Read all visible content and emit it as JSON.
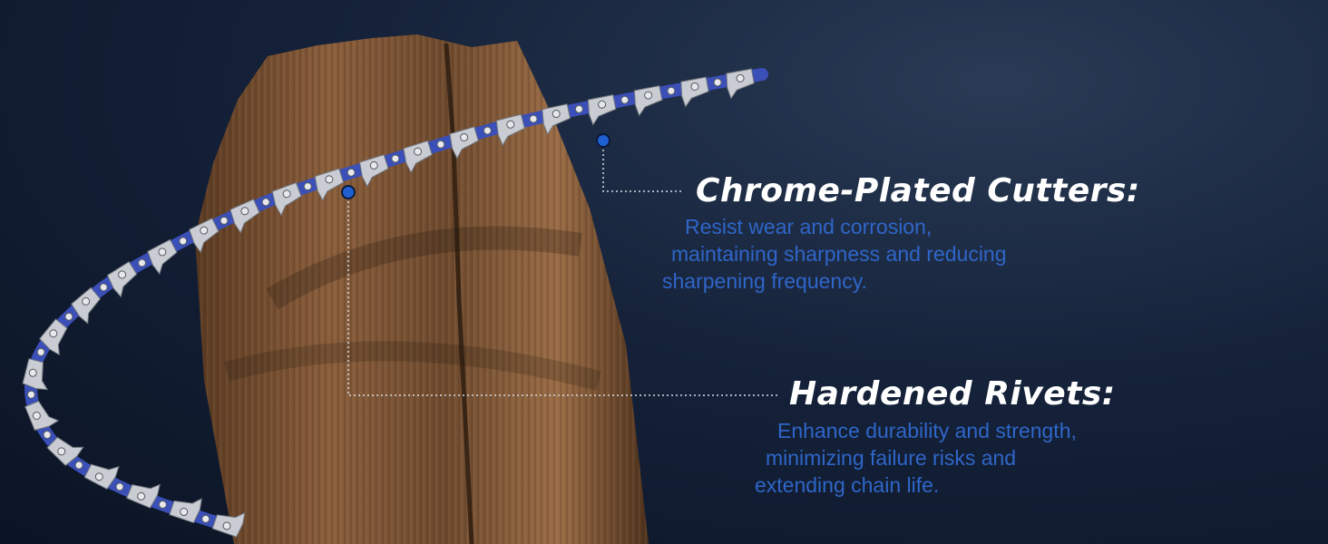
{
  "features": [
    {
      "title": "Chrome-Plated Cutters:",
      "lines": [
        "Resist wear and corrosion,",
        "maintaining sharpness and reducing",
        "sharpening frequency."
      ]
    },
    {
      "title": "Hardened Rivets:",
      "lines": [
        "Enhance durability and strength,",
        "minimizing failure risks and",
        "extending chain life."
      ]
    }
  ],
  "colors": {
    "background": "#15223a",
    "heading": "#ffffff",
    "description": "#2f66c9",
    "marker": "#1f5fd1",
    "chain_blue": "#3b4fb8",
    "chain_silver": "#c9ccd2",
    "wood": "#7a5234"
  }
}
